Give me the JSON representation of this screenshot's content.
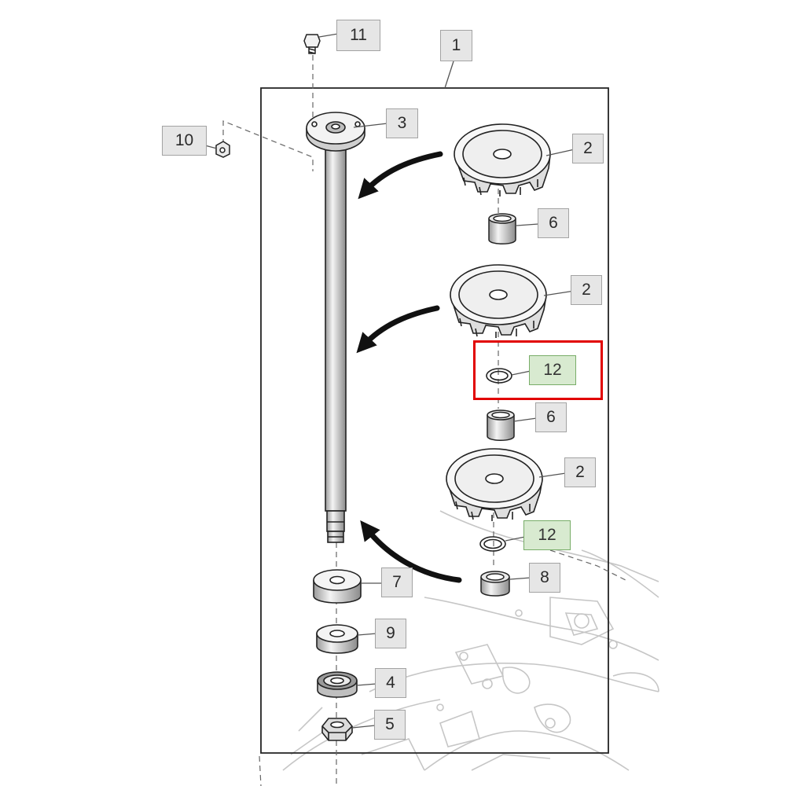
{
  "diagram": {
    "colors": {
      "line": "#222222",
      "leader": "#555555",
      "background_art": "#c6c6c6",
      "callout_fill": "#e6e6e6",
      "callout_highlight_fill": "#d8ead0",
      "selection_outline": "#e10000"
    },
    "callouts": [
      {
        "id": "c1",
        "label": "1"
      },
      {
        "id": "c2a",
        "label": "2"
      },
      {
        "id": "c2b",
        "label": "2"
      },
      {
        "id": "c2c",
        "label": "2"
      },
      {
        "id": "c3",
        "label": "3"
      },
      {
        "id": "c4",
        "label": "4"
      },
      {
        "id": "c5",
        "label": "5"
      },
      {
        "id": "c6a",
        "label": "6"
      },
      {
        "id": "c6b",
        "label": "6"
      },
      {
        "id": "c7",
        "label": "7"
      },
      {
        "id": "c8",
        "label": "8"
      },
      {
        "id": "c9",
        "label": "9"
      },
      {
        "id": "c10",
        "label": "10"
      },
      {
        "id": "c11",
        "label": "11"
      },
      {
        "id": "c12a",
        "label": "12",
        "highlighted": true,
        "selected": true
      },
      {
        "id": "c12b",
        "label": "12",
        "highlighted": true
      }
    ]
  }
}
